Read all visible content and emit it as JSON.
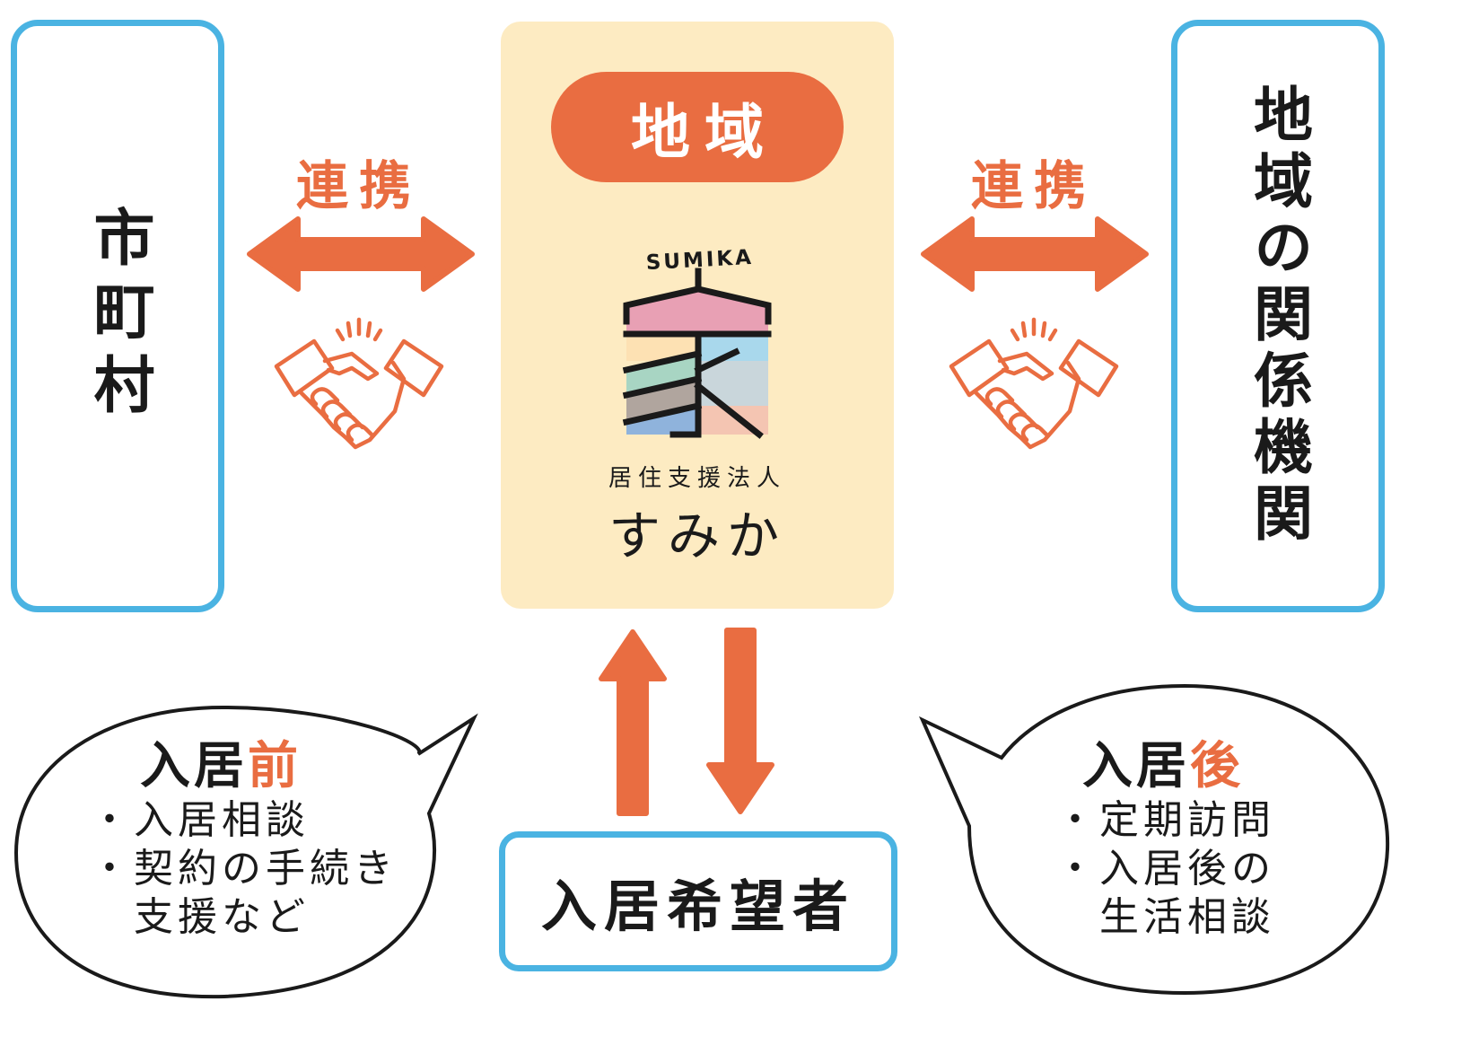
{
  "left_box": {
    "label": "市町村"
  },
  "right_box": {
    "label": "地域の関係機関"
  },
  "center": {
    "region_label": "地域",
    "logo": {
      "brand_latin": "SUMIKA"
    },
    "org_type": "居住支援法人",
    "org_name": "すみか"
  },
  "links": {
    "left_label": "連携",
    "right_label": "連携"
  },
  "applicant": {
    "label": "入居希望者"
  },
  "before_bubble": {
    "title_main": "入居",
    "title_accent": "前",
    "lines": [
      "・入居相談",
      "・契約の手続き",
      "　支援など"
    ]
  },
  "after_bubble": {
    "title_main": "入居",
    "title_accent": "後",
    "lines": [
      "・定期訪問",
      "・入居後の",
      "　生活相談"
    ]
  },
  "colors": {
    "accent": "#e96d41",
    "border_blue": "#4ab3e2",
    "panel_cream": "#fdebc2",
    "logo_pink": "#e8a0b4",
    "logo_sky": "#a9d8ec",
    "logo_mint": "#a8d5c3",
    "logo_gray": "#b0a59e",
    "logo_slate": "#c9d6db",
    "logo_peach": "#f4c5b2",
    "logo_blue": "#8fb3dc"
  }
}
